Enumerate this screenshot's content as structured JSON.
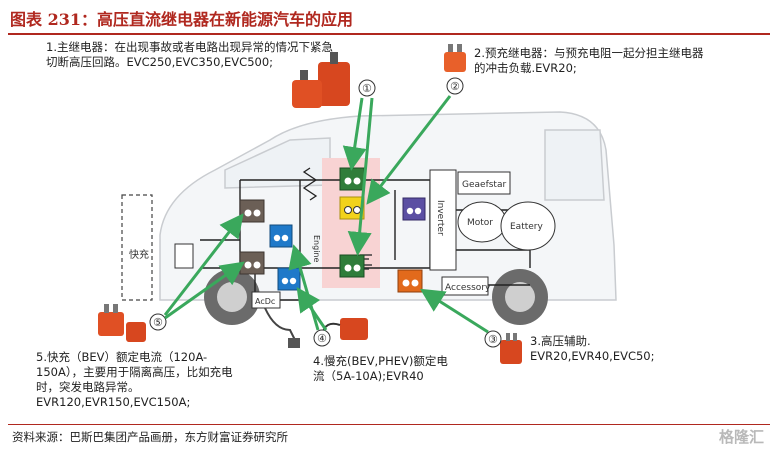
{
  "title": "图表 231：高压直流继电器在新能源汽车的应用",
  "source": "资料来源：巴斯巴集团产品画册，东方财富证券研究所",
  "watermark": "格隆汇",
  "annotations": {
    "main_relay": {
      "line1": "1.主继电器：在出现事故或者电路出现异常的情况下紧急",
      "line2": "切断高压回路。EVC250,EVC350,EVC500;"
    },
    "precharge_relay": {
      "line1": "2.预充继电器：与预充电阻一起分担主继电器",
      "line2": "的冲击负载.EVR20;"
    },
    "hv_aux": {
      "line1": "3.高压辅助.",
      "line2": "EVR20,EVR40,EVC50;"
    },
    "slow_charge": {
      "line1": "4.慢充(BEV,PHEV)额定电",
      "line2": "流（5A-10A);EVR40"
    },
    "fast_charge": {
      "line1": "5.快充（BEV）额定电流（120A-",
      "line2": "150A），主要用于隔离高压，比如充电",
      "line3": "时，突发电路异常。",
      "line4": "EVR120,EVR150,EVC150A;"
    }
  },
  "markers": [
    "①",
    "②",
    "③",
    "④",
    "⑤"
  ],
  "diagram_labels": {
    "fast_charge_port": "快充",
    "inverter": "Inverter",
    "gearbox": "Geaefstar",
    "motor": "Motor",
    "battery": "Eattery",
    "accessory": "Accessory",
    "acdc": "AcDc",
    "engine_label": "Engine"
  },
  "colors": {
    "title": "#b0281f",
    "arrow": "#3aa85c",
    "relay_green": "#2f7d3a",
    "relay_yellow": "#f2d21b",
    "relay_blue": "#1f79c9",
    "relay_orange": "#e26a1c",
    "relay_gray": "#6b5f56",
    "highlight": "#f8d3d3"
  }
}
